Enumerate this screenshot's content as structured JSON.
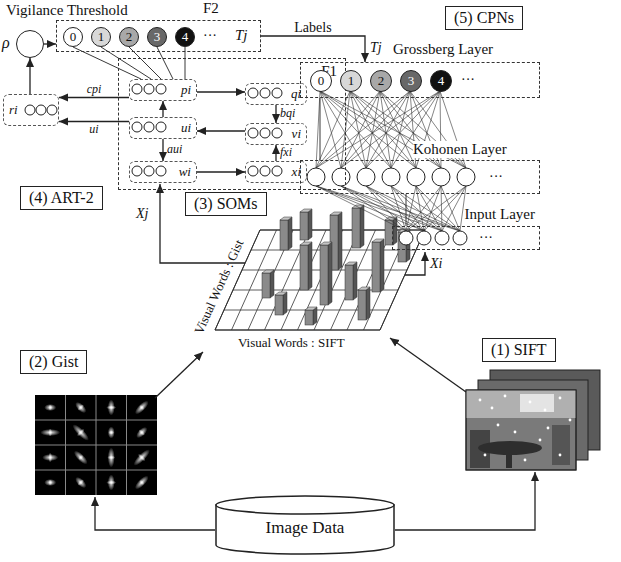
{
  "diagram": {
    "nodes": [
      {
        "text": [
          "(5) CPNs"
        ]
      },
      {
        "text": [
          "Vigilance Threshold",
          "ρ"
        ]
      },
      {
        "text": [
          "F2",
          "···",
          "Tj"
        ]
      },
      {
        "text": [
          "0"
        ],
        "in": 2
      },
      {
        "text": [
          "1"
        ],
        "in": 2
      },
      {
        "text": [
          "2"
        ],
        "in": 2
      },
      {
        "text": [
          "3"
        ],
        "in": 2
      },
      {
        "text": [
          "4"
        ],
        "in": 2
      },
      {
        "text": [
          "F1"
        ]
      },
      {
        "text": [
          "pi"
        ],
        "in": 8
      },
      {
        "text": [
          "qi"
        ],
        "in": 8
      },
      {
        "text": [
          "ui"
        ],
        "in": 8
      },
      {
        "text": [
          "vi"
        ],
        "in": 8
      },
      {
        "text": [
          "wi"
        ],
        "in": 8
      },
      {
        "text": [
          "xi"
        ],
        "in": 8
      },
      {
        "text": [
          "ri"
        ]
      },
      {
        "text": [
          "Grossberg Layer",
          "···"
        ]
      },
      {
        "text": [
          "0"
        ],
        "in": 16
      },
      {
        "text": [
          "1"
        ],
        "in": 16
      },
      {
        "text": [
          "2"
        ],
        "in": 16
      },
      {
        "text": [
          "3"
        ],
        "in": 16
      },
      {
        "text": [
          "4"
        ],
        "in": 16
      },
      {
        "text": [
          "Kohonen Layer",
          "···"
        ]
      },
      {
        "text": [
          "Input Layer",
          "···"
        ]
      },
      {
        "text": [
          "(4) ART-2"
        ]
      },
      {
        "text": [
          "(3) SOMs"
        ]
      },
      {
        "text": [
          "(2) Gist"
        ]
      },
      {
        "text": [
          "(1) SIFT"
        ]
      },
      {
        "text": [
          "Image Data"
        ]
      }
    ],
    "edges": [
      {
        "from": 1,
        "to": 2,
        "arrow": "to"
      },
      {
        "from": 15,
        "to": 1,
        "arrow": "to"
      },
      {
        "from": 9,
        "to": 15,
        "label": "cpi",
        "arrow": "to"
      },
      {
        "from": 11,
        "to": 15,
        "label": "ui",
        "arrow": "to"
      },
      {
        "from": 11,
        "to": 9,
        "arrow": "to"
      },
      {
        "from": 9,
        "to": 10,
        "arrow": "to"
      },
      {
        "from": 10,
        "to": 12,
        "label": "bqi",
        "arrow": "to"
      },
      {
        "from": 12,
        "to": 11,
        "arrow": "to"
      },
      {
        "from": 11,
        "to": 13,
        "label": "aui",
        "arrow": "to"
      },
      {
        "from": 13,
        "to": 14,
        "arrow": "to"
      },
      {
        "from": 14,
        "to": 12,
        "label": "fxi",
        "arrow": "to"
      },
      {
        "from": 3,
        "to": 9,
        "arrow": "none"
      },
      {
        "from": 4,
        "to": 9,
        "arrow": "none"
      },
      {
        "from": 5,
        "to": 9,
        "arrow": "none"
      },
      {
        "from": 6,
        "to": 9,
        "arrow": "none"
      },
      {
        "from": 7,
        "to": 9,
        "arrow": "none"
      },
      {
        "from": 2,
        "to": 16,
        "label": "Labels",
        "arrow": "to"
      },
      {
        "from": 22,
        "to": 16,
        "arrow": "none"
      },
      {
        "from": 23,
        "to": 22,
        "arrow": "none"
      }
    ],
    "labels": [
      "Tj",
      "Xj",
      "Xi",
      "Visual Words : Gist",
      "Visual Words : SIFT"
    ]
  }
}
